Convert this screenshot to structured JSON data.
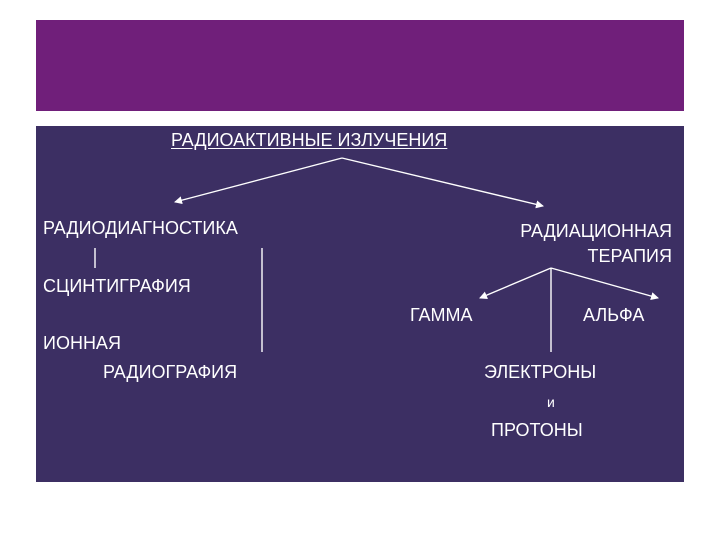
{
  "colors": {
    "header_band": "#701f7a",
    "panel": "#3c2f63",
    "text": "#ffffff"
  },
  "diagram": {
    "root": "РАДИОАКТИВНЫЕ ИЗЛУЧЕНИЯ",
    "branches": {
      "diagnostics": {
        "label": "РАДИОДИАГНОСТИКА",
        "methods": {
          "scintigraphy": "СЦИНТИГРАФИЯ",
          "ion_radiography_line1": "ИОННАЯ",
          "ion_radiography_line2": "РАДИОГРАФИЯ"
        }
      },
      "therapy": {
        "label_line1": "РАДИАЦИОННАЯ",
        "label_line2": "ТЕРАПИЯ",
        "types": {
          "gamma": "ГАММА",
          "alpha": "АЛЬФА",
          "electrons": "ЭЛЕКТРОНЫ",
          "and": "и",
          "protons": "ПРОТОНЫ"
        }
      }
    }
  }
}
